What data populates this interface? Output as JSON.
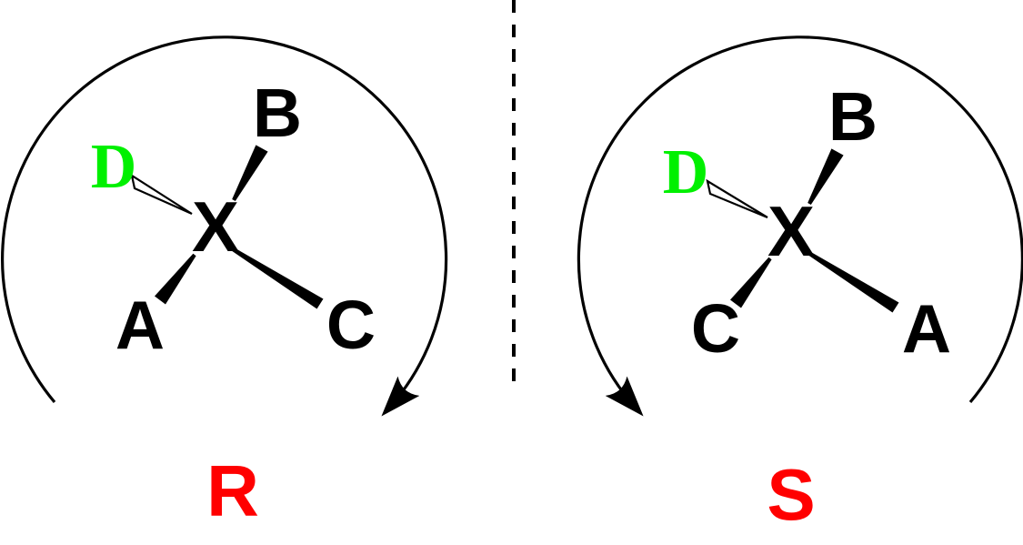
{
  "figure": {
    "description": "R and S stereochemistry configuration comparison around chiral center X",
    "colors": {
      "structure": "#000000",
      "substituent_d": "#00f000",
      "config_label": "#ff0000"
    },
    "divider": {
      "style": "vertical dashed mirror line"
    },
    "panels": [
      {
        "config_label": "R",
        "rotation": "clockwise",
        "center_atom": "X",
        "substituents": {
          "top_right": "B",
          "top_left": "D",
          "bottom_left": "A",
          "bottom_right": "C"
        },
        "bonds": {
          "top_right": "solid-wedge",
          "top_left": "hollow-wedge",
          "bottom_left": "solid-wedge",
          "bottom_right": "solid-wedge"
        }
      },
      {
        "config_label": "S",
        "rotation": "counterclockwise",
        "center_atom": "X",
        "substituents": {
          "top_right": "B",
          "top_left": "D",
          "bottom_left": "C",
          "bottom_right": "A"
        },
        "bonds": {
          "top_right": "solid-wedge",
          "top_left": "hollow-wedge",
          "bottom_left": "solid-wedge",
          "bottom_right": "solid-wedge"
        }
      }
    ]
  }
}
